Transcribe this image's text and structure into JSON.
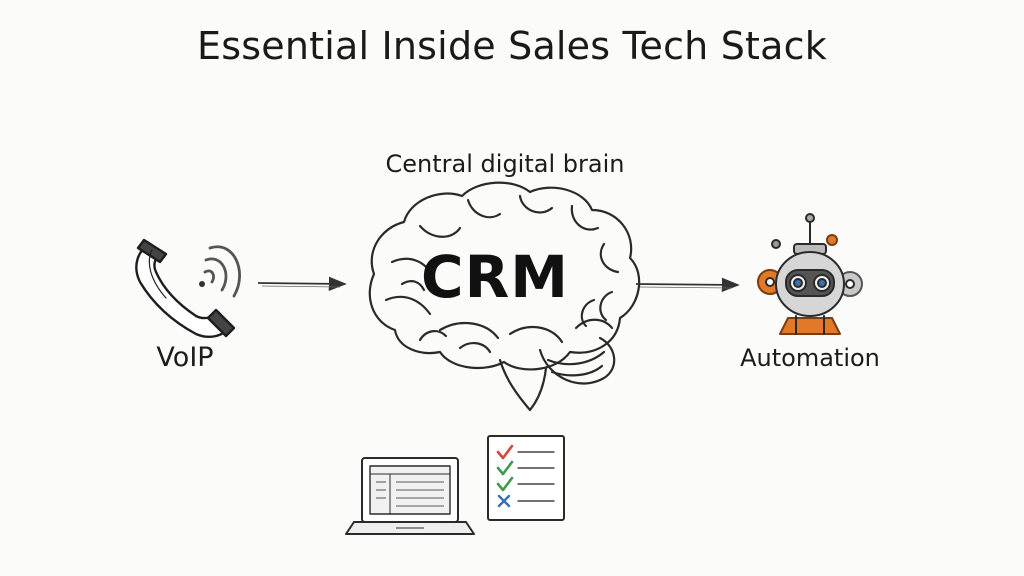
{
  "title": "Essential  Inside  Sales Tech Stack",
  "subtitle": "Central digital brain",
  "center": {
    "label": "CRM"
  },
  "nodes": {
    "left": {
      "label": "VoIP",
      "icon": "phone-icon"
    },
    "right": {
      "label": "Automation",
      "icon": "robot-icon"
    },
    "bottom_left": {
      "icon": "laptop-icon"
    },
    "bottom_right": {
      "icon": "checklist-icon"
    }
  },
  "colors": {
    "ink": "#1a1a1a",
    "check_red": "#d9453a",
    "check_green": "#3f9a4a",
    "check_blue": "#3a6fb0",
    "robot_orange": "#e07a2a"
  }
}
